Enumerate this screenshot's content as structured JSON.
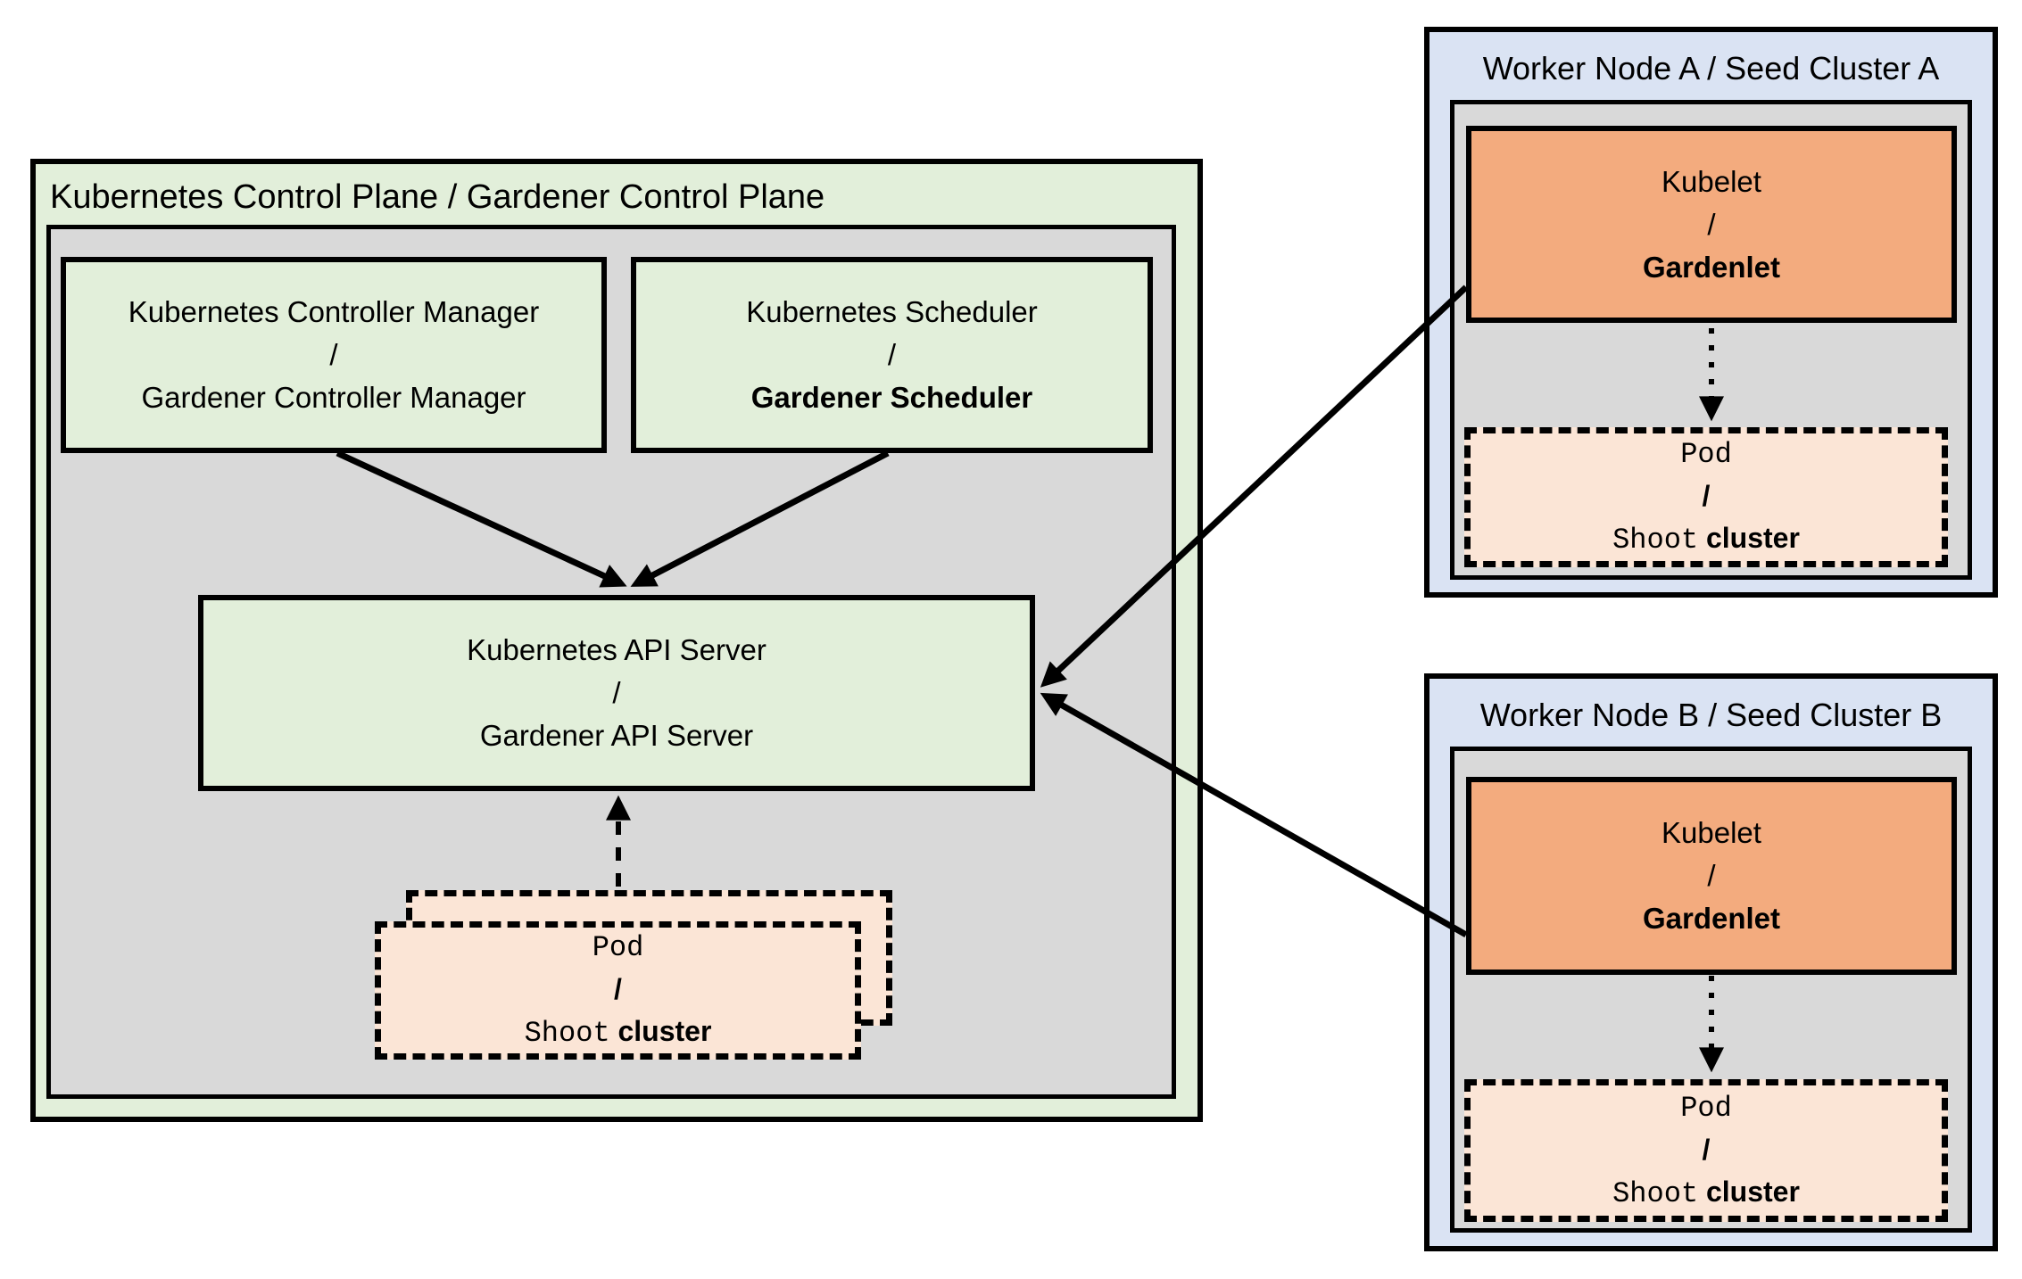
{
  "colors": {
    "control_plane_fill": "#e2efda",
    "inner_panel_fill": "#d9d9d9",
    "worker_node_fill": "#dae3f3",
    "kubelet_fill": "#f3ab7e",
    "pod_fill": "#fbe5d6",
    "border": "#000000"
  },
  "control_plane": {
    "title": "Kubernetes Control Plane / Gardener Control Plane",
    "controller_manager": {
      "line1": "Kubernetes Controller Manager",
      "sep": "/",
      "line2": "Gardener Controller Manager"
    },
    "scheduler": {
      "line1": "Kubernetes Scheduler",
      "sep": "/",
      "line2": "Gardener Scheduler"
    },
    "api_server": {
      "line1": "Kubernetes API Server",
      "sep": "/",
      "line2": "Gardener API Server"
    },
    "pod": {
      "line1": "Pod",
      "sep": "/",
      "line2_mono": "Shoot",
      "line2_sans": "cluster"
    }
  },
  "workers": [
    {
      "title": "Worker Node A / Seed Cluster A",
      "kubelet": {
        "line1": "Kubelet",
        "sep": "/",
        "line2": "Gardenlet"
      },
      "pod": {
        "line1": "Pod",
        "sep": "/",
        "line2_mono": "Shoot",
        "line2_sans": "cluster"
      }
    },
    {
      "title": "Worker Node B / Seed Cluster B",
      "kubelet": {
        "line1": "Kubelet",
        "sep": "/",
        "line2": "Gardenlet"
      },
      "pod": {
        "line1": "Pod",
        "sep": "/",
        "line2_mono": "Shoot",
        "line2_sans": "cluster"
      }
    }
  ]
}
